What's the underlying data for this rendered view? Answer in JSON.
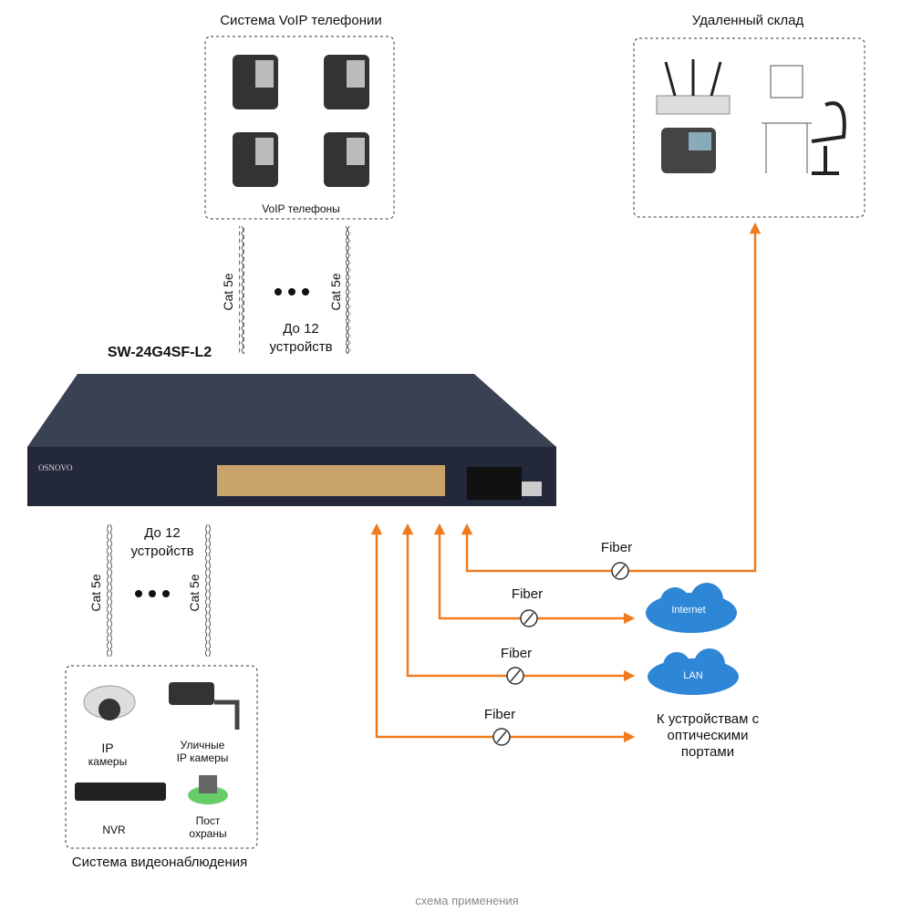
{
  "voip": {
    "title": "Система VoIP телефонии",
    "caption": "VoIP телефоны"
  },
  "warehouse": {
    "title": "Удаленный склад"
  },
  "switch": {
    "model": "SW-24G4SF-L2",
    "brand": "OSNOVO"
  },
  "upper_cables": {
    "left": "Cat 5e",
    "right": "Cat 5e",
    "count_line1": "До 12",
    "count_line2": "устройств"
  },
  "lower_cables": {
    "left": "Cat 5e",
    "right": "Cat 5e",
    "count_line1": "До 12",
    "count_line2": "устройств"
  },
  "video": {
    "title": "Система видеонаблюдения",
    "ip_cam": [
      "IP",
      "камеры"
    ],
    "street_cam": [
      "Уличные",
      "IP камеры"
    ],
    "nvr": "NVR",
    "post": [
      "Пост",
      "охраны"
    ]
  },
  "fiber": {
    "labels": [
      "Fiber",
      "Fiber",
      "Fiber",
      "Fiber"
    ],
    "internet": "Internet",
    "lan": "LAN",
    "optical": [
      "К устройствам с",
      "оптическими",
      "портами"
    ]
  },
  "footer": "схема применения",
  "colors": {
    "fiber": "#f07b1e",
    "switch": "#2a3040",
    "cloud": "#2e86d6"
  }
}
